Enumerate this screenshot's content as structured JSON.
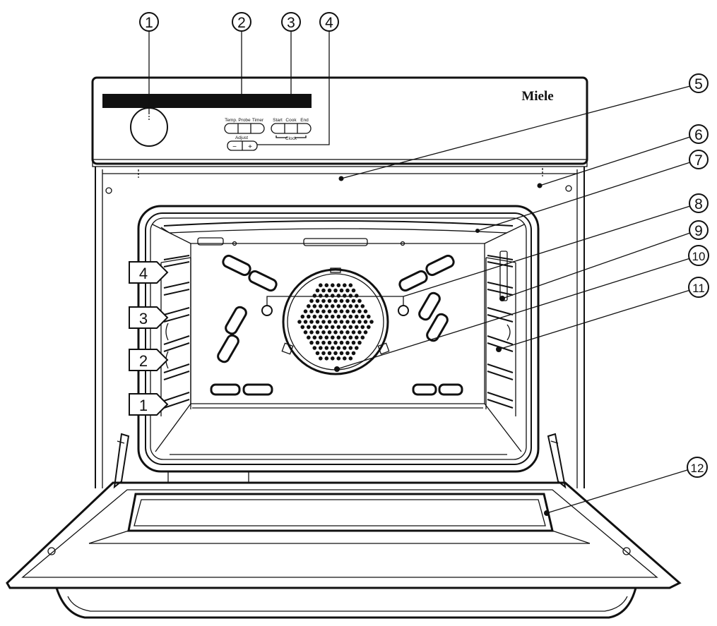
{
  "brand": "Miele",
  "panel_buttons": {
    "temp": "Temp.",
    "probe": "Probe",
    "timer": "Timer",
    "adjust": "Adjust",
    "minus": "−",
    "plus": "+",
    "start": "Start",
    "cook": "Cook",
    "end": "End",
    "clock": "Clock"
  },
  "shelf_levels": [
    "4",
    "3",
    "2",
    "1"
  ],
  "callouts": [
    "1",
    "2",
    "3",
    "4",
    "5",
    "6",
    "7",
    "8",
    "9",
    "10",
    "11",
    "12"
  ]
}
